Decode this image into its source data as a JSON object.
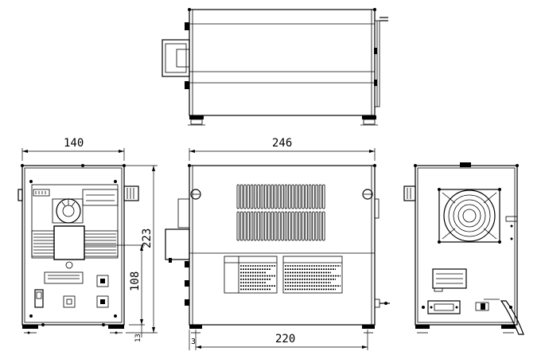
{
  "dimensions": {
    "width": "140",
    "length": "246",
    "height": "223",
    "height_partial": "108",
    "base_length": "220",
    "offset_small": "3",
    "offset_bottom": "13"
  },
  "unit_colors": {
    "line": "#000000",
    "background": "#ffffff"
  }
}
